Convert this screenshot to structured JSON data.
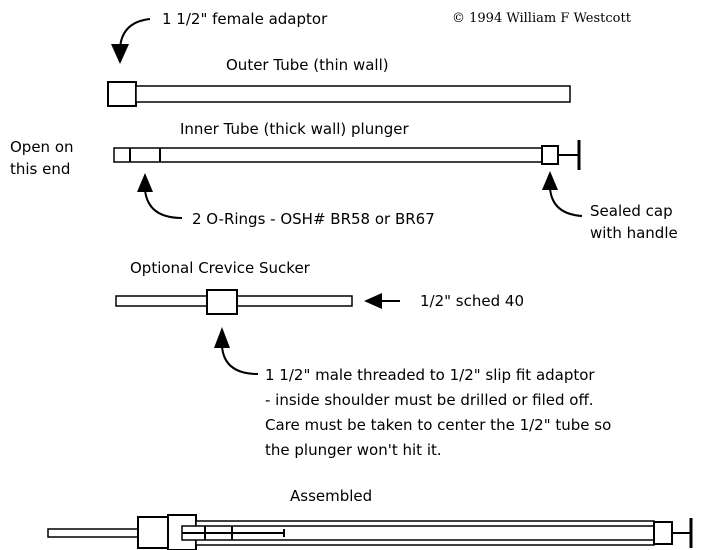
{
  "copyright": "© 1994 William F Westcott",
  "labels": {
    "female_adaptor": "1 1/2\" female adaptor",
    "outer_tube": "Outer Tube (thin wall)",
    "inner_tube": "Inner Tube (thick wall) plunger",
    "open_end_line1": "Open on",
    "open_end_line2": "this end",
    "o_rings": "2 O-Rings - OSH# BR58 or BR67",
    "sealed_cap_line1": "Sealed cap",
    "sealed_cap_line2": "with handle",
    "crevice_title": "Optional Crevice Sucker",
    "sched": "1/2\" sched 40",
    "male_adaptor_lines": [
      "1 1/2\" male threaded to 1/2\" slip fit adaptor",
      "- inside shoulder must be drilled or filed off.",
      "Care must be taken to center the 1/2\" tube so",
      "the plunger won't hit it."
    ],
    "assembled": "Assembled"
  }
}
